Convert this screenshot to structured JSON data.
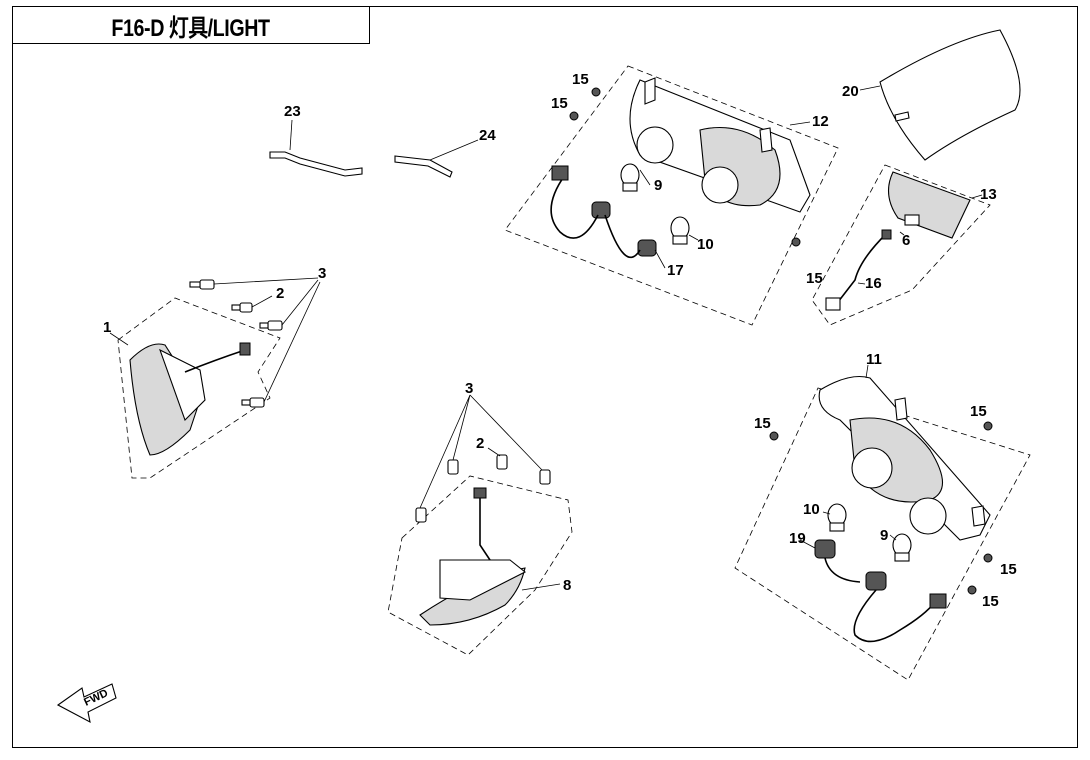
{
  "title": "F16-D 灯具/LIGHT",
  "fwd_label": "FWD",
  "callouts": {
    "c1": "1",
    "c2a": "2",
    "c3a": "3",
    "c23": "23",
    "c24": "24",
    "c15a": "15",
    "c15b": "15",
    "c9a": "9",
    "c10a": "10",
    "c17": "17",
    "c12": "12",
    "c15c": "15",
    "c20": "20",
    "c13": "13",
    "c6": "6",
    "c16": "16",
    "c3b": "3",
    "c2b": "2",
    "c8": "8",
    "c11": "11",
    "c15d": "15",
    "c15e": "15",
    "c10b": "10",
    "c9b": "9",
    "c19": "19",
    "c15f": "15",
    "c15g": "15"
  }
}
